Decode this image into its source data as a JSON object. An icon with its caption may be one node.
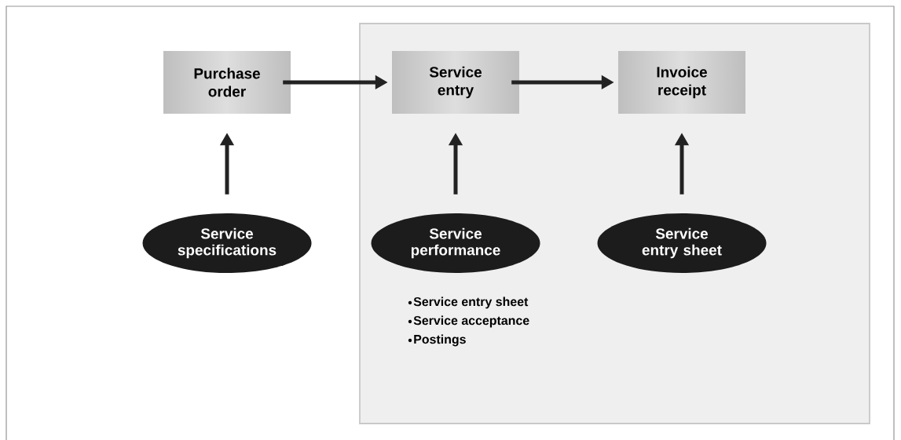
{
  "diagram": {
    "nodes": [
      {
        "text": [],
        "shape": "box"
      },
      {
        "text": [
          "Purchase order"
        ]
      },
      {
        "text": [
          "Service entry"
        ],
        "in": 0
      },
      {
        "text": [
          "Invoice receipt"
        ],
        "in": 0
      },
      {
        "text": [
          "Service specifications"
        ]
      },
      {
        "text": [
          "Service performance"
        ],
        "in": 0,
        "beside": [
          "Service entry sheet",
          "Service acceptance",
          "Postings"
        ]
      },
      {
        "text": [
          "Service entry sheet"
        ],
        "in": 0
      }
    ],
    "edges": [
      {
        "from": 1,
        "to": 2,
        "arrow": "to"
      },
      {
        "from": 2,
        "to": 3,
        "arrow": "to"
      },
      {
        "from": 4,
        "to": 1,
        "arrow": "to"
      },
      {
        "from": 5,
        "to": 2,
        "arrow": "to"
      },
      {
        "from": 6,
        "to": 3,
        "arrow": "to"
      }
    ]
  }
}
